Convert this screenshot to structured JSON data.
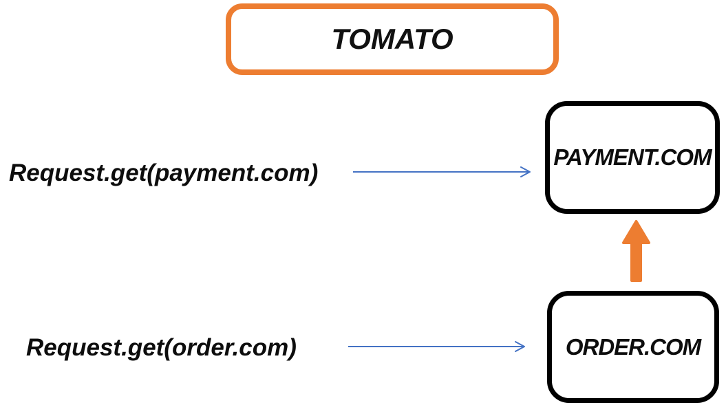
{
  "diagram": {
    "title": "TOMATO",
    "nodes": [
      {
        "id": "payment",
        "label": "PAYMENT.COM"
      },
      {
        "id": "order",
        "label": "ORDER.COM"
      }
    ],
    "requests": [
      {
        "label": "Request.get(payment.com)",
        "target": "PAYMENT.COM"
      },
      {
        "label": "Request.get(order.com)",
        "target": "ORDER.COM"
      }
    ],
    "connector": {
      "from": "ORDER.COM",
      "to": "PAYMENT.COM"
    },
    "colors": {
      "title_border": "#ED7D31",
      "node_border": "#000000",
      "request_arrow": "#4472C4",
      "connector_arrow": "#ED7D31",
      "text": "#0d0d0d",
      "background": "#FFFFFF"
    }
  }
}
